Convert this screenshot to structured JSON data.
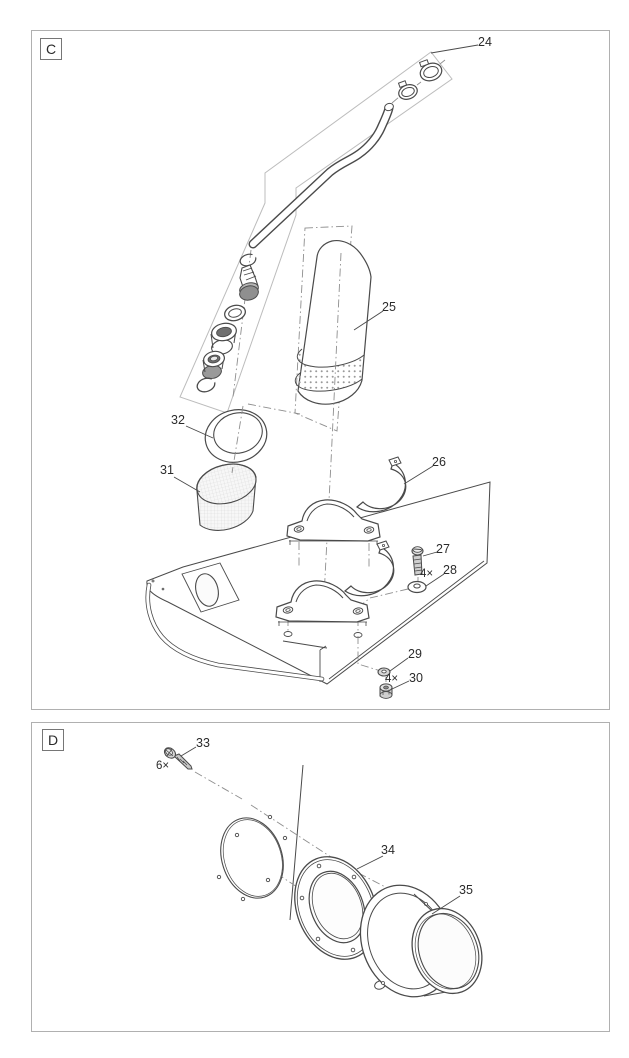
{
  "colors": {
    "line": "#4a4a4a",
    "construction_band": "#bcbcbc",
    "dash_dot": "#8e8e8e",
    "panel_border": "#b0b0b0",
    "label_text": "#2b2b2b",
    "metal_fill": "#cfcfcf",
    "dark_fitting_fill": "#8f8f8f",
    "background": "#ffffff"
  },
  "panel_c": {
    "tag": "C",
    "callouts": {
      "p24": "24",
      "p25": "25",
      "p26": "26",
      "p27": "27",
      "p28": "28",
      "p29": "29",
      "p30": "30",
      "p31": "31",
      "p32": "32"
    },
    "quantities": {
      "q27": "4×",
      "q30": "4×"
    }
  },
  "panel_d": {
    "tag": "D",
    "callouts": {
      "p33": "33",
      "p34": "34",
      "p35": "35"
    },
    "quantities": {
      "q33": "6×"
    }
  }
}
